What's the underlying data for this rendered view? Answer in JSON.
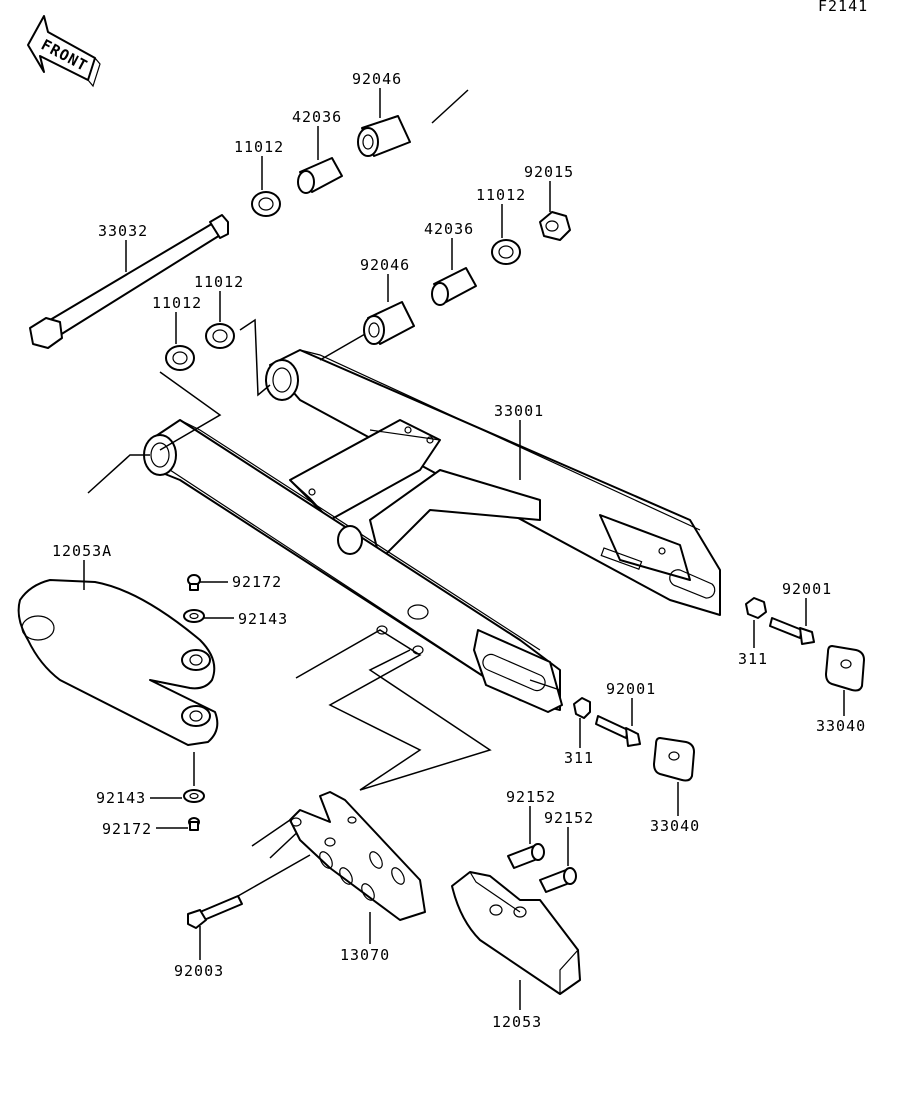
{
  "figure_code": "F2141",
  "front_label": "FRONT",
  "parts": {
    "p33001": "33001",
    "p33032": "33032",
    "p92046_top": "92046",
    "p42036_top": "42036",
    "p11012_top": "11012",
    "p92046_mid": "92046",
    "p42036_mid": "42036",
    "p11012_right": "11012",
    "p92015": "92015",
    "p11012_left_a": "11012",
    "p11012_left_b": "11012",
    "p12053A": "12053A",
    "p92172_a": "92172",
    "p92143_a": "92143",
    "p92143_b": "92143",
    "p92172_b": "92172",
    "p92001_right": "92001",
    "p311_right": "311",
    "p33040_right": "33040",
    "p92001_mid": "92001",
    "p311_mid": "311",
    "p33040_mid": "33040",
    "p92152_a": "92152",
    "p92152_b": "92152",
    "p92003": "92003",
    "p13070": "13070",
    "p12053": "12053"
  }
}
